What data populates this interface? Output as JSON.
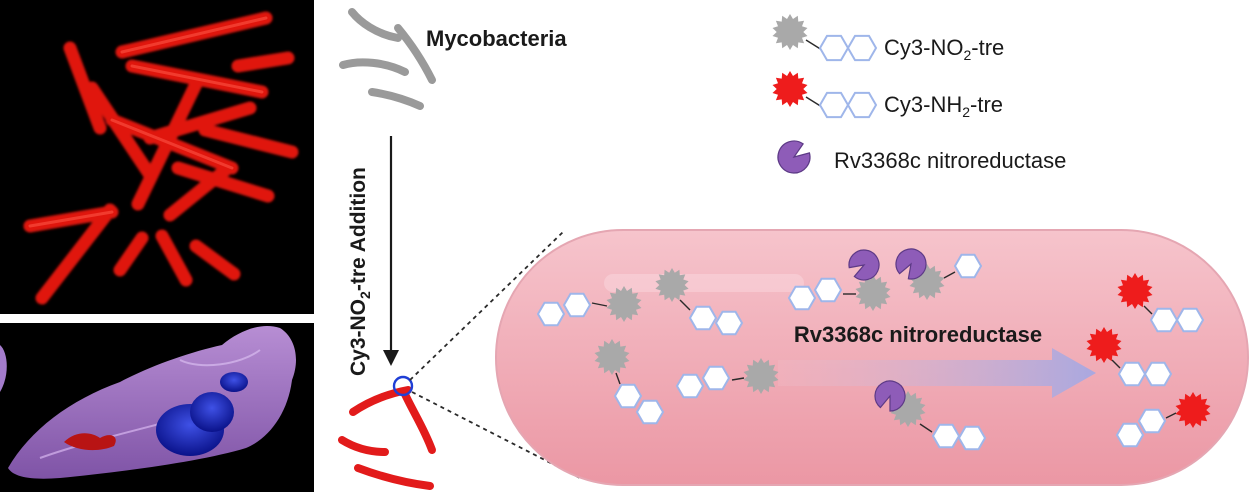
{
  "labels": {
    "mycobacteria": "Mycobacteria",
    "addition_pre": "Cy3-NO",
    "addition_sub": "2",
    "addition_post": "-tre Addition",
    "enzyme_in_cell": "Rv3368c nitroreductase"
  },
  "legend": [
    {
      "icon": "gray-star-icon",
      "pre": "Cy3-NO",
      "sub": "2",
      "post": "-tre",
      "color": "#a9a9a9"
    },
    {
      "icon": "red-star-icon",
      "pre": "Cy3-NH",
      "sub": "2",
      "post": "-tre",
      "color": "#ee1c1c"
    },
    {
      "icon": "purple-pacman-icon",
      "pre": "Rv3368c nitroreductase",
      "sub": "",
      "post": "",
      "color": "#8e5cb8"
    }
  ],
  "colors": {
    "probe_gray": "#a9a9a9",
    "probe_red": "#ee1c1c",
    "enzyme_purple": "#8e5cb8",
    "sugar_blue": "#9fb6ea",
    "cell_pink": "#f2a9b4",
    "arrow_lavender": "#b6b2e2",
    "bacteria_gray": "#9a9a9a",
    "bacteria_red": "#e21b1b"
  }
}
